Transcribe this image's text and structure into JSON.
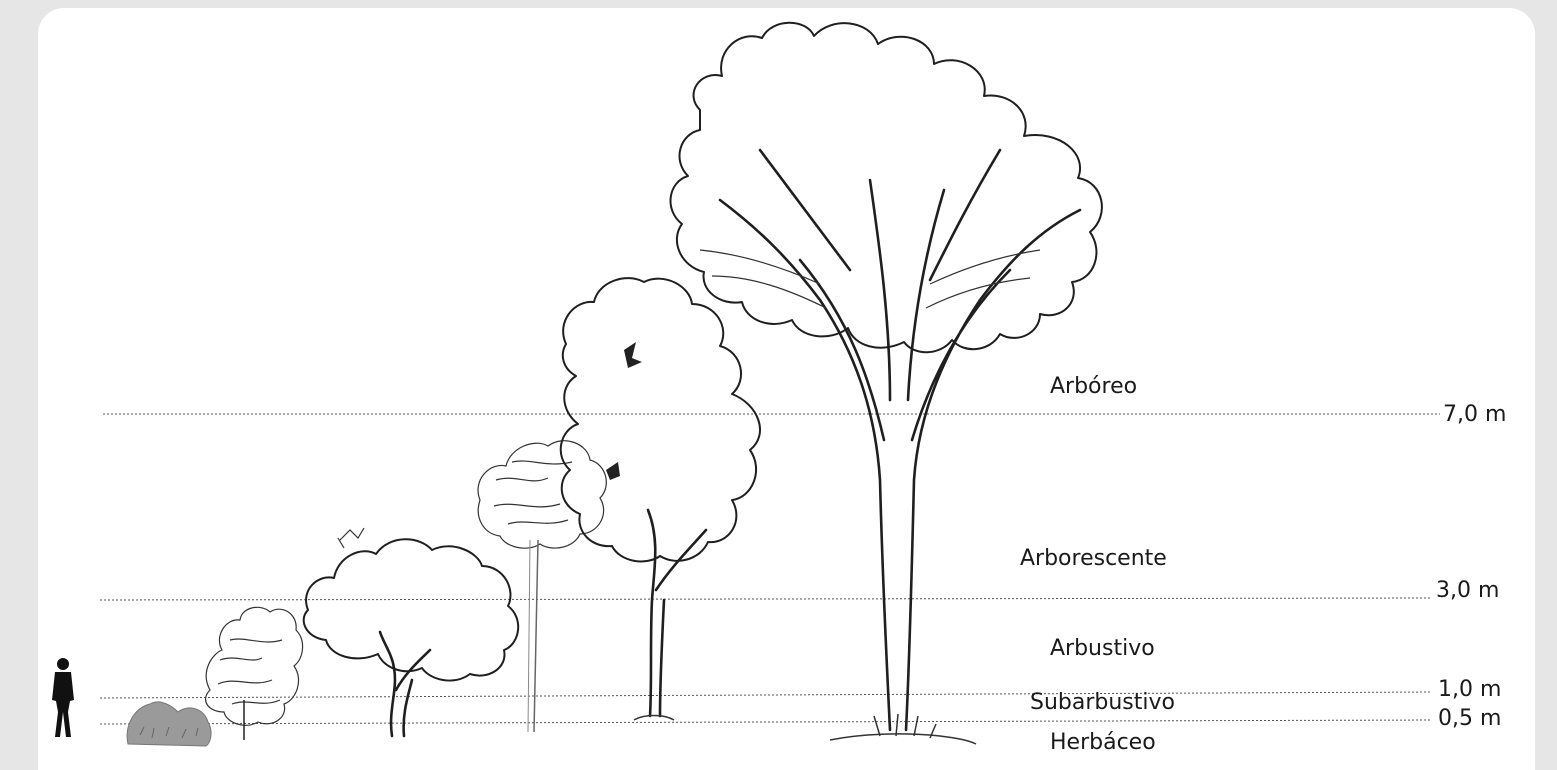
{
  "strata": [
    {
      "name": "Arbóreo",
      "height_mark": "7,0 m"
    },
    {
      "name": "Arborescente",
      "height_mark": "3,0 m"
    },
    {
      "name": "Arbustivo",
      "height_mark": "1,0 m"
    },
    {
      "name": "Subarbustivo",
      "height_mark": "0,5 m"
    },
    {
      "name": "Herbáceo",
      "height_mark": ""
    }
  ],
  "colors": {
    "background": "#e6e6e6",
    "card": "#ffffff",
    "ink": "#1f1f1f"
  }
}
